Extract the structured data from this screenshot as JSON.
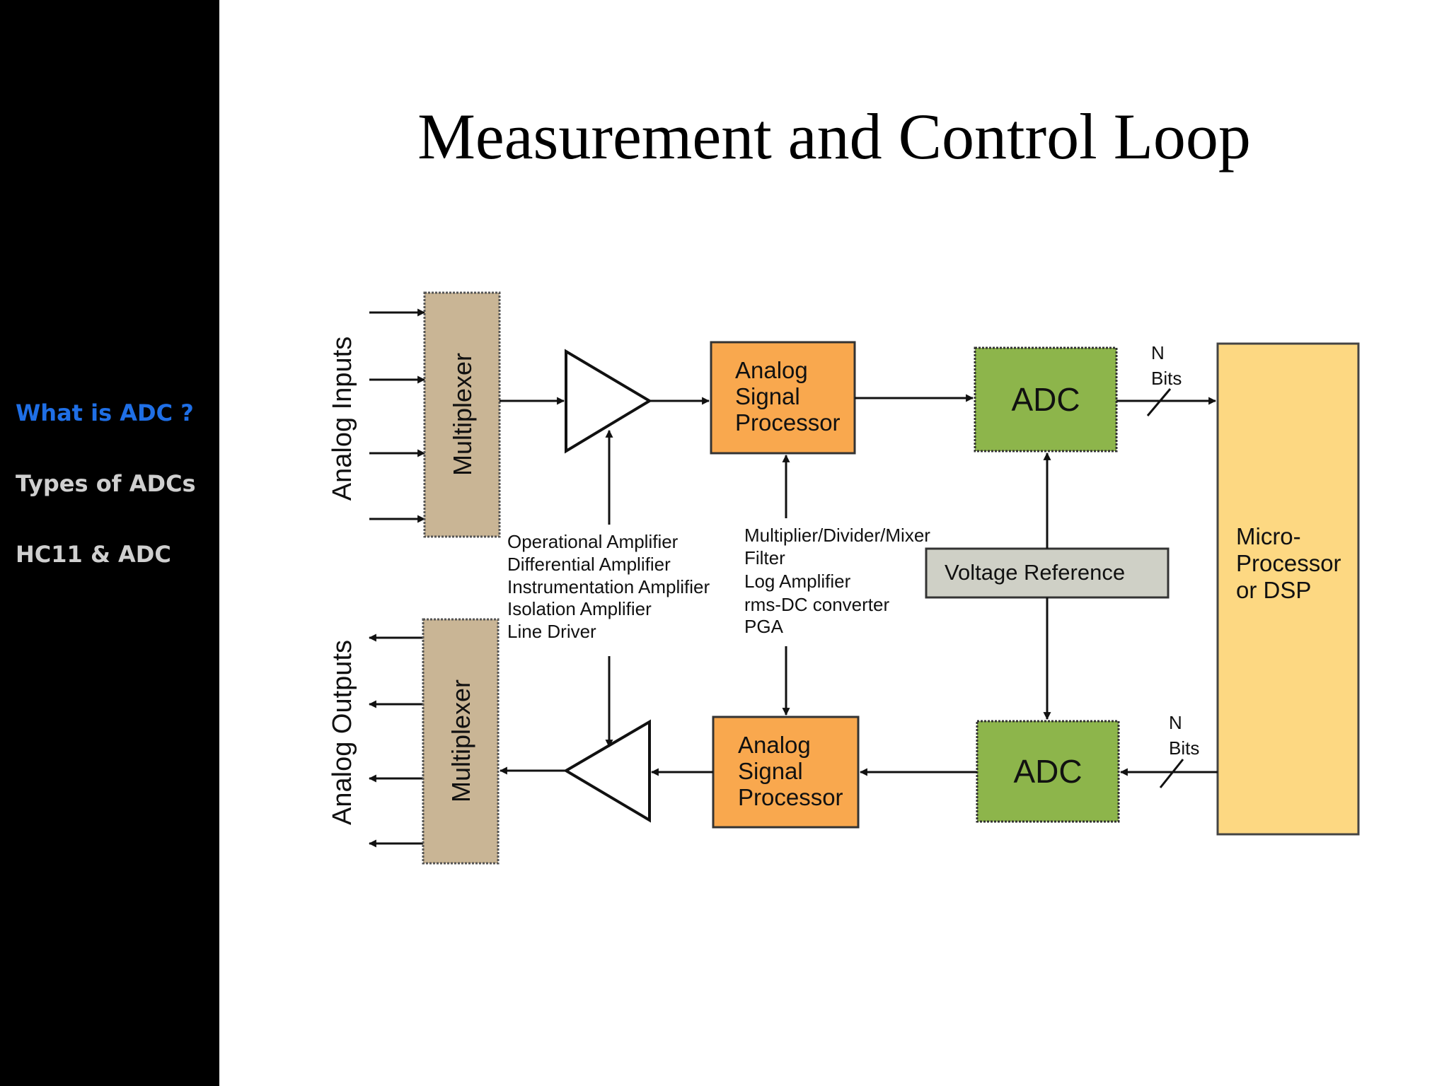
{
  "slide": {
    "title": "Measurement and Control Loop"
  },
  "sidebar": {
    "items": [
      {
        "label": "What is ADC ?",
        "active": true
      },
      {
        "label": "Types of ADCs",
        "active": false
      },
      {
        "label": "HC11 & ADC",
        "active": false
      }
    ]
  },
  "colors": {
    "active_nav": "#1f6fe6",
    "inactive_nav": "#cfcfcf",
    "multiplexer": "#c9b595",
    "signal_processor": "#f9a84e",
    "adc": "#8db54b",
    "microprocessor": "#fdd882",
    "voltage_reference": "#cfd0c6"
  },
  "diagram": {
    "analog_inputs_label": "Analog Inputs",
    "analog_outputs_label": "Analog Outputs",
    "multiplexer_top": "Multiplexer",
    "multiplexer_bottom": "Multiplexer",
    "asp_top": [
      "Analog",
      "Signal",
      "Processor"
    ],
    "asp_bottom": [
      "Analog",
      "Signal",
      "Processor"
    ],
    "adc_top": "ADC",
    "adc_bottom": "ADC",
    "bits_top": [
      "N",
      "Bits"
    ],
    "bits_bottom": [
      "N",
      "Bits"
    ],
    "microprocessor": [
      "Micro-",
      "Processor",
      "or DSP"
    ],
    "voltage_reference": "Voltage Reference",
    "amplifier_notes": [
      "Operational Amplifier",
      "Differential Amplifier",
      "Instrumentation Amplifier",
      "Isolation Amplifier",
      "Line Driver"
    ],
    "processor_notes": [
      "Multiplier/Divider/Mixer",
      "Filter",
      "Log Amplifier",
      "rms-DC converter",
      "PGA"
    ]
  }
}
